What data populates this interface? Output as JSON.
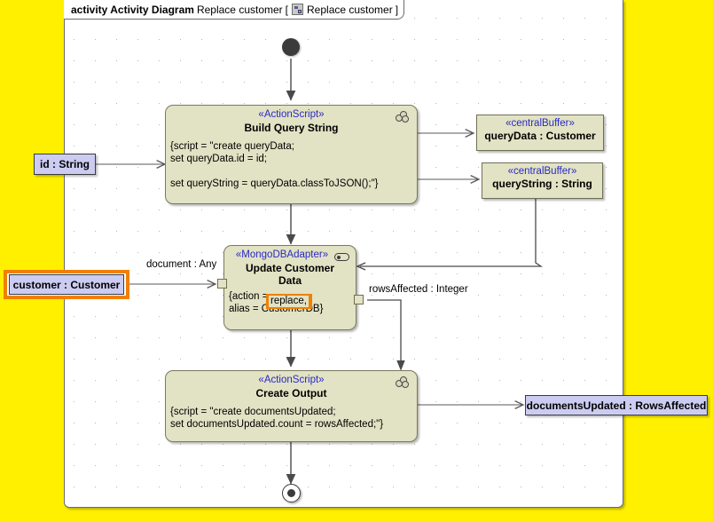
{
  "frame": {
    "keyword": "activity Activity Diagram",
    "name": "Replace customer",
    "bracket_open": "[",
    "icon": "diagram-icon",
    "inner_name": "Replace customer",
    "bracket_close": "]"
  },
  "nodes": {
    "initial": {
      "name": "initial-node"
    },
    "build_query": {
      "stereotype": "«ActionScript»",
      "name": "Build Query String",
      "body_line1": "{script = \"create queryData;",
      "body_line2": "set queryData.id = id;",
      "body_line3": "",
      "body_line4": "set queryString = queryData.classToJSON();\"}",
      "icon": "script-cogs-icon"
    },
    "update_customer": {
      "stereotype": "«MongoDBAdapter»",
      "name_line1": "Update Customer",
      "name_line2": "Data",
      "body_prefix": "{action = ",
      "body_highlight": "replace,",
      "body_line2": "alias = CustomerDB}",
      "icon": "component-pill-icon"
    },
    "create_output": {
      "stereotype": "«ActionScript»",
      "name": "Create Output",
      "body_line1": "{script = \"create documentsUpdated;",
      "body_line2": "set documentsUpdated.count = rowsAffected;\"}",
      "icon": "script-cogs-icon"
    },
    "final": {
      "name": "activity-final-node"
    }
  },
  "buffers": [
    {
      "stereotype": "«centralBuffer»",
      "label": "queryData : Customer"
    },
    {
      "stereotype": "«centralBuffer»",
      "label": "queryString : String"
    }
  ],
  "parameters": {
    "id": "id : String",
    "customer": "customer : Customer",
    "documents_updated": "documentsUpdated : RowsAffected"
  },
  "edge_labels": {
    "document_any": "document : Any",
    "rows_affected": "rowsAffected : Integer"
  },
  "colors": {
    "canvas": "#ffffff",
    "outside": "#fff000",
    "action_fill": "#e2e2c4",
    "param_fill": "#ccccf2",
    "stereotype_text": "#2929c6",
    "selection": "#f08000",
    "line": "#4a4a4a"
  }
}
